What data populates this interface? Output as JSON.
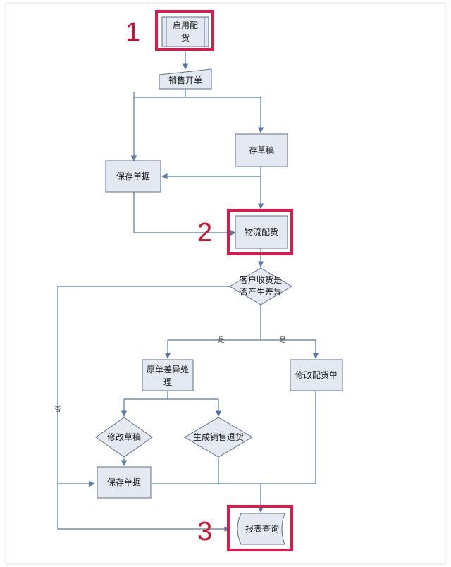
{
  "nodes": {
    "start": {
      "lines": [
        "启用配",
        "货"
      ]
    },
    "sales_order": {
      "lines": [
        "销售开单"
      ]
    },
    "save_draft": {
      "lines": [
        "存草稿"
      ]
    },
    "save_doc": {
      "lines": [
        "保存单据"
      ]
    },
    "logistics": {
      "lines": [
        "物流配货"
      ]
    },
    "decision": {
      "lines": [
        "客户收货是",
        "否产生差异"
      ]
    },
    "orig_diff": {
      "lines": [
        "原单差异处",
        "理"
      ]
    },
    "modify_alloc": {
      "lines": [
        "修改配货单"
      ]
    },
    "modify_draft": {
      "lines": [
        "修改草稿"
      ]
    },
    "gen_return": {
      "lines": [
        "生成销售退货"
      ]
    },
    "save_doc2": {
      "lines": [
        "保存单据"
      ]
    },
    "report": {
      "lines": [
        "报表查询"
      ]
    }
  },
  "edge_labels": {
    "yes1": "是",
    "yes2": "是",
    "no": "否"
  },
  "markers": {
    "m1": "1",
    "m2": "2",
    "m3": "3"
  },
  "colors": {
    "fill": "#e4e8f0",
    "stroke": "#5f6f8f",
    "line": "#5878a8",
    "highlight": "#d81b4d",
    "marker": "#c8102e"
  }
}
